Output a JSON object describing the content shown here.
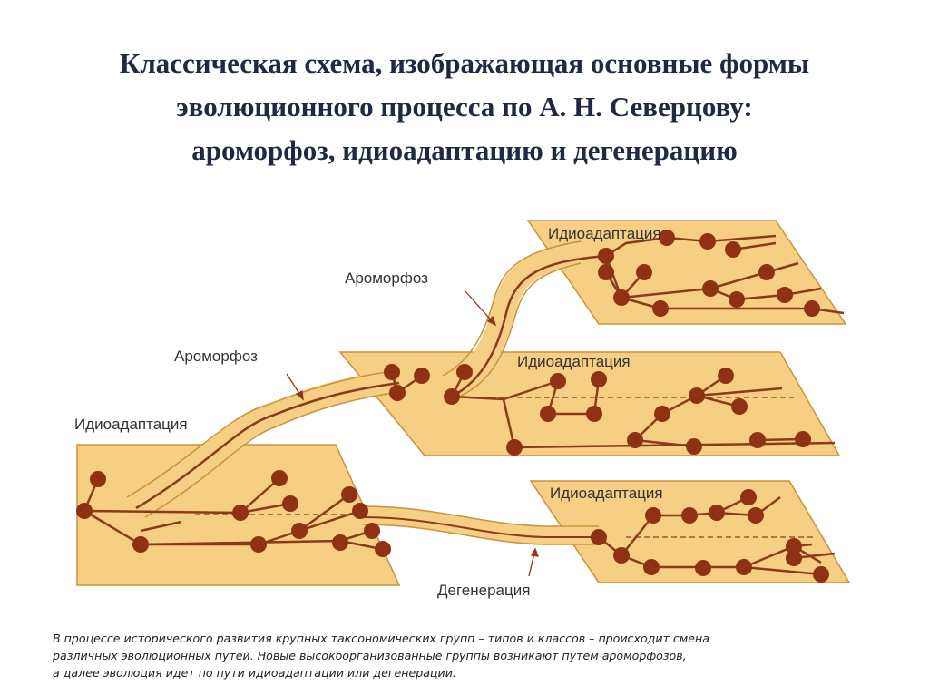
{
  "title": {
    "line1": "Классическая схема, изображающая основные формы",
    "line2": "эволюционного процесса по А. Н. Северцову:",
    "line3": "ароморфоз, идиоадаптацию и дегенерацию"
  },
  "diagram": {
    "labels": {
      "aromorphosis_upper": "Ароморфоз",
      "aromorphosis_lower": "Ароморфоз",
      "idioadaptation_base": "Идиоадаптация",
      "idioadaptation_top": "Идиоадаптация",
      "idioadaptation_middle": "Идиоадаптация",
      "idioadaptation_bottom": "Идиоадаптация",
      "degeneration": "Дегенерация"
    },
    "colors": {
      "plane_fill": "#f6cf85",
      "plane_stroke": "#c8933a",
      "branch": "#8b3a1c",
      "node": "#8e3213",
      "label": "#333333"
    }
  },
  "caption": {
    "line1": "В процессе исторического развития крупных таксономических групп – типов и классов – происходит смена",
    "line2": "различных эволюционных путей. Новые высокоорганизованные группы возникают путем ароморфозов,",
    "line3": "а далее эволюция идет по пути идиоадаптации или дегенерации."
  }
}
